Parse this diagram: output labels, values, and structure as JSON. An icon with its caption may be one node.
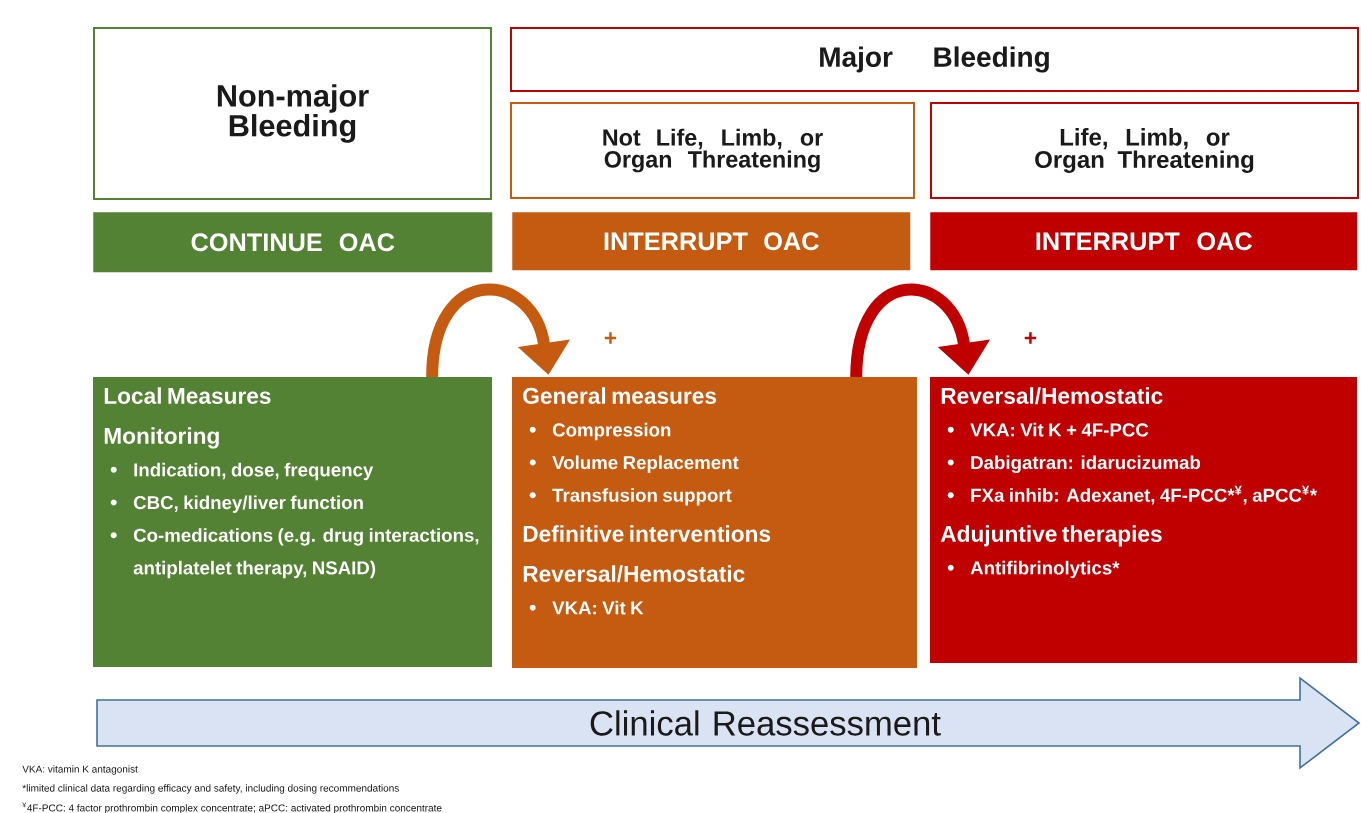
{
  "diagram": {
    "nodes": [
      {
        "text": [
          "Non-major Bleeding"
        ]
      },
      {
        "text": [
          "Major Bleeding"
        ]
      },
      {
        "text": [
          "Not Life, Limb, or Organ Threatening"
        ]
      },
      {
        "text": [
          "Life, Limb, or Organ Threatening"
        ]
      },
      {
        "text": [
          "CONTINUE OAC"
        ]
      },
      {
        "text": [
          "INTERRUPT OAC"
        ]
      },
      {
        "text": [
          "INTERRUPT OAC"
        ]
      },
      {
        "text": [
          "Local Measures",
          "Monitoring",
          "Indication, dose, frequency",
          "CBC, kidney/liver function",
          "Co-medications (e.g. drug interactions, antiplatelet therapy, NSAID)"
        ]
      },
      {
        "text": [
          "General measures",
          "Compression",
          "Volume Replacement",
          "Transfusion support",
          "Definitive interventions",
          "Reversal/Hemostatic",
          "VKA: Vit K"
        ]
      },
      {
        "text": [
          "Reversal/Hemostatic",
          "VKA: Vit K + 4F-PCC",
          "Dabigatran: idarucizumab",
          "FXa inhib: Adexanet, 4F-PCC*$^{¥}$, aPCC$^{¥}$*",
          "Adujuntive therapies",
          "Antifibrinolytics*"
        ]
      },
      {
        "text": [
          "Clinical Reassessment"
        ]
      }
    ],
    "edges": [
      {
        "from": 7,
        "to": 8,
        "arrow": "to",
        "label": "+",
        "color": "#c55a11"
      },
      {
        "from": 8,
        "to": 9,
        "arrow": "to",
        "label": "+",
        "color": "#c00000"
      }
    ],
    "labels": [
      "VKA: vitamin K antagonist",
      "*limited clinical data regarding efficacy and safety, including dosing recommendations",
      "$^{¥}$4F-PCC: 4 factor prothrombin complex concentrate; aPCC: activated prothrombin concentrate"
    ]
  }
}
